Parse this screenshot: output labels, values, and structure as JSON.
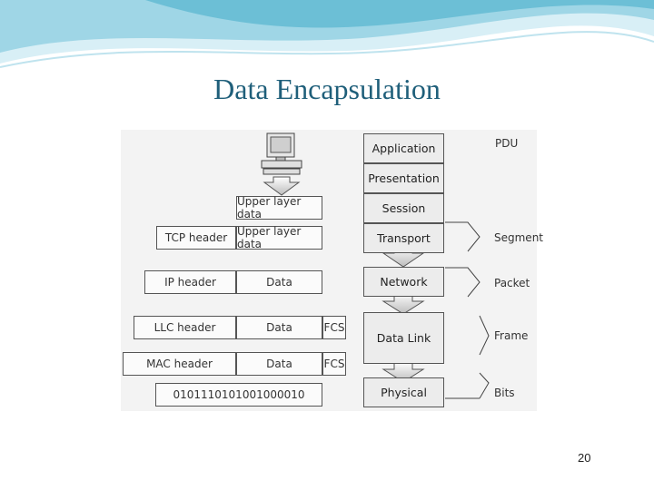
{
  "slide": {
    "title": "Data Encapsulation",
    "page_number": "20"
  },
  "diagram": {
    "pdu_header": "PDU",
    "layers": [
      "Application",
      "Presentation",
      "Session",
      "Transport",
      "Network",
      "Data Link",
      "Physical"
    ],
    "pdus": {
      "transport": "Segment",
      "network": "Packet",
      "datalink": "Frame",
      "physical": "Bits"
    },
    "rows": {
      "upper": {
        "data": "Upper layer data"
      },
      "segment": {
        "header": "TCP header",
        "data": "Upper layer data"
      },
      "packet": {
        "header": "IP header",
        "data": "Data"
      },
      "llc": {
        "header": "LLC header",
        "data": "Data",
        "trailer": "FCS"
      },
      "mac": {
        "header": "MAC header",
        "data": "Data",
        "trailer": "FCS"
      },
      "bits": {
        "value": "0101110101001000010"
      }
    }
  },
  "colors": {
    "title": "#1f5f7a",
    "swoosh": "#7fc8dc",
    "swoosh_light": "#c6e8f1"
  }
}
